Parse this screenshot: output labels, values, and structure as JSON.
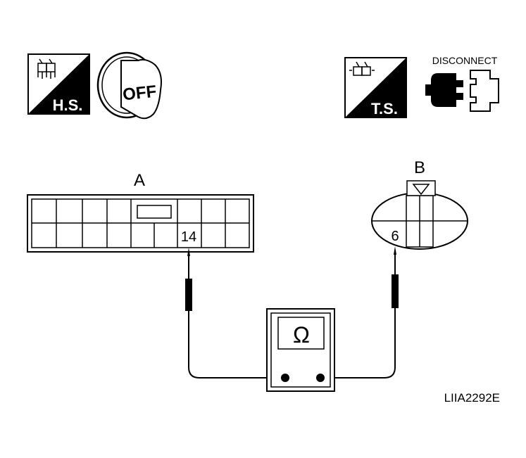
{
  "icons": {
    "harness_side_label": "H.S.",
    "ignition_label": "OFF",
    "terminal_side_label": "T.S.",
    "disconnect_label": "DISCONNECT"
  },
  "connector_a": {
    "label": "A",
    "terminal": "14"
  },
  "connector_b": {
    "label": "B",
    "terminal": "6"
  },
  "meter": {
    "symbol": "Ω"
  },
  "figure_id": "LIIA2292E",
  "colors": {
    "line": "#000000",
    "background": "#ffffff"
  }
}
